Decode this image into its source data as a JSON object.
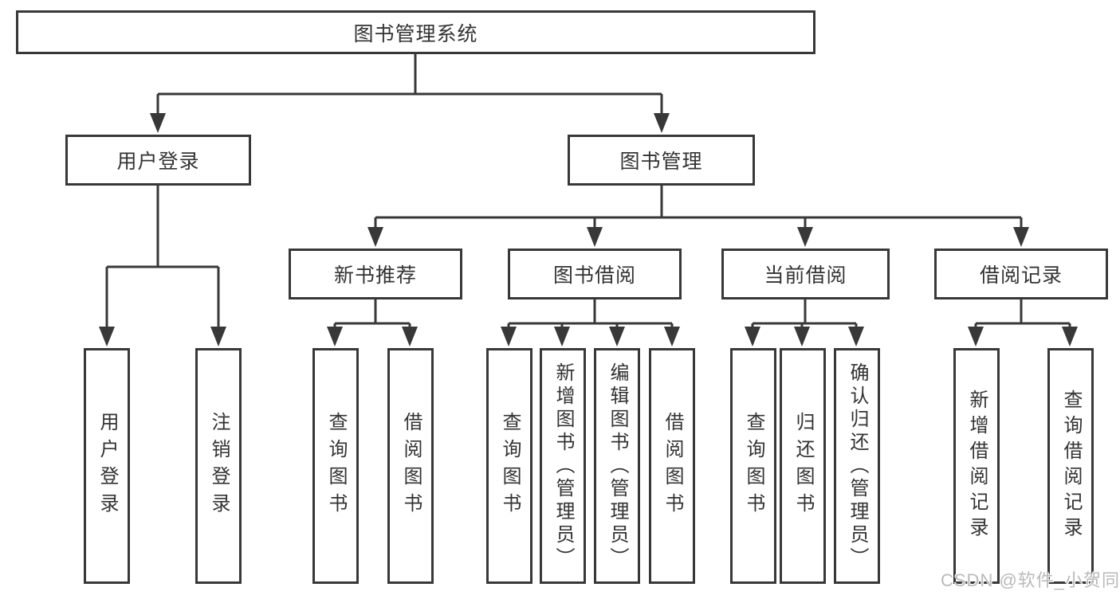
{
  "tree": {
    "root": "图书管理系统",
    "level2": [
      {
        "label": "用户登录",
        "children": [
          "用户登录",
          "注销登录"
        ]
      },
      {
        "label": "图书管理",
        "children": [
          {
            "label": "新书推荐",
            "children": [
              "查询图书",
              "借阅图书"
            ]
          },
          {
            "label": "图书借阅",
            "children": [
              "查询图书",
              "新增图书（管理员）",
              "编辑图书（管理员）",
              "借阅图书"
            ]
          },
          {
            "label": "当前借阅",
            "children": [
              "查询图书",
              "归还图书",
              "确认归还（管理员）"
            ]
          },
          {
            "label": "借阅记录",
            "children": [
              "新增借阅记录",
              "查询借阅记录"
            ]
          }
        ]
      }
    ]
  },
  "watermark": "CSDN @软件_小贺同学",
  "colors": {
    "line": "#383838",
    "text": "#333333",
    "watermark": "#b9b9b9",
    "background": "#ffffff"
  }
}
